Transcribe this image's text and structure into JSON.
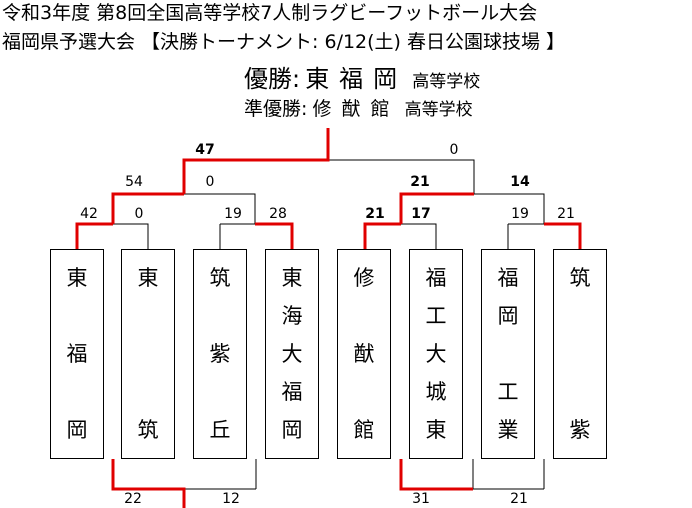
{
  "header": {
    "line1": "令和3年度 第8回全国高等学校7人制ラグビーフットボール大会",
    "line2": "福岡県予選大会 【決勝トーナメント: 6/12(土) 春日公園球技場 】"
  },
  "results": {
    "winner_label": "優勝:",
    "winner_name": "東福岡",
    "winner_suffix": "高等学校",
    "runnerup_label": "準優勝:",
    "runnerup_name": "修猷館",
    "runnerup_suffix": "高等学校"
  },
  "teams": [
    {
      "name": "東福岡",
      "chars": [
        "東",
        "",
        "福",
        "",
        "岡"
      ]
    },
    {
      "name": "東筑",
      "chars": [
        "東",
        "",
        "",
        "",
        "筑"
      ]
    },
    {
      "name": "筑紫丘",
      "chars": [
        "筑",
        "",
        "紫",
        "",
        "丘"
      ]
    },
    {
      "name": "東海大福岡",
      "chars": [
        "東",
        "海",
        "大",
        "福",
        "岡"
      ]
    },
    {
      "name": "修猷館",
      "chars": [
        "修",
        "",
        "猷",
        "",
        "館"
      ]
    },
    {
      "name": "福工大城東",
      "chars": [
        "福",
        "工",
        "大",
        "城",
        "東"
      ]
    },
    {
      "name": "福岡工業",
      "chars": [
        "福",
        "岡",
        "",
        "工",
        "業"
      ]
    },
    {
      "name": "筑紫",
      "chars": [
        "筑",
        "",
        "",
        "",
        "紫"
      ]
    }
  ],
  "scores": {
    "final": {
      "left": "47",
      "right": "0"
    },
    "semi_left": {
      "left": "54",
      "right": "0"
    },
    "semi_right": {
      "left": "21",
      "right": "14"
    },
    "qf": [
      "42",
      "0",
      "19",
      "28",
      "21",
      "17",
      "19",
      "21"
    ],
    "consolation": {
      "left1": "22",
      "left2": "12",
      "right1": "31",
      "right2": "21"
    }
  },
  "colors": {
    "win_line": "#e00000",
    "lose_line": "#000000"
  }
}
